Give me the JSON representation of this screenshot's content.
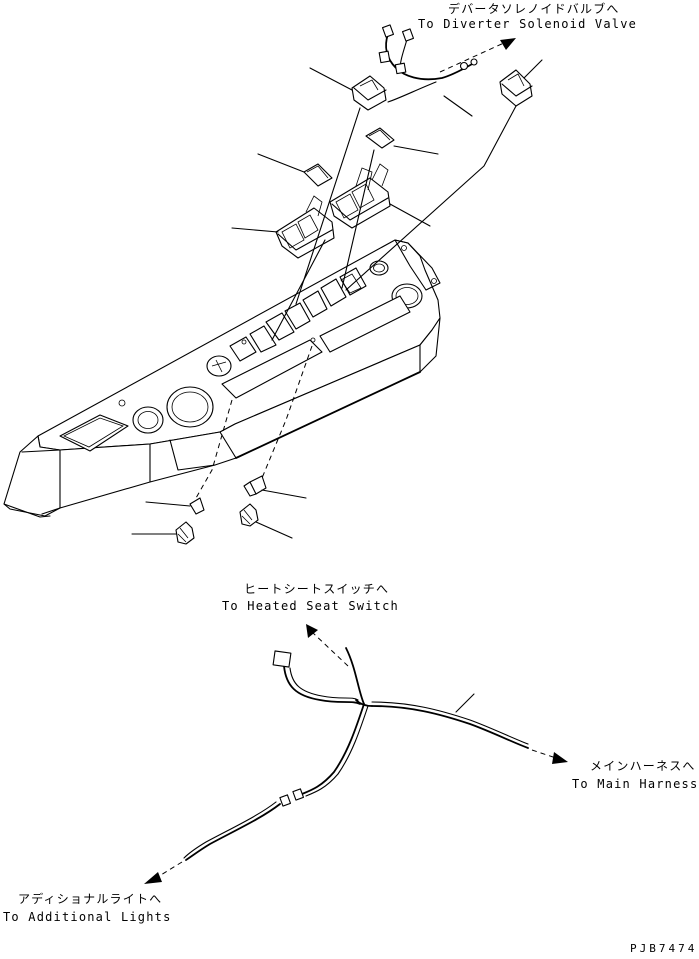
{
  "labels": {
    "diverter_jp": "デバータソレノイドバルブへ",
    "diverter_en": "To Diverter Solenoid Valve",
    "heated_jp": "ヒートシートスイッチへ",
    "heated_en": "To Heated Seat Switch",
    "main_jp": "メインハーネスへ",
    "main_en": "To Main Harness",
    "additional_jp": "アディショナルライトへ",
    "additional_en": "To Additional Lights"
  },
  "drawing_code": "PJB7474"
}
